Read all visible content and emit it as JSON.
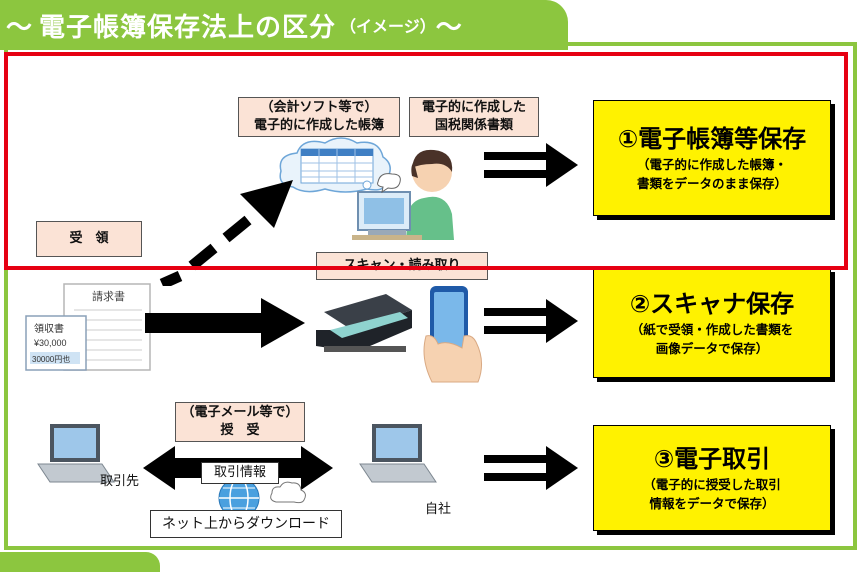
{
  "title": {
    "prefix": "～",
    "main": "電子帳簿保存法上の区分",
    "note": "（イメージ）",
    "suffix": "～"
  },
  "labels": {
    "accounting_software": [
      "（会計ソフト等で）",
      "電子的に作成した帳簿"
    ],
    "tax_documents": [
      "電子的に作成した",
      "国税関係書類"
    ],
    "received": "受　領",
    "scan": "スキャン・読み取り",
    "email": [
      "（電子メール等で）",
      "授　受"
    ],
    "transaction_info": "取引情報",
    "download": "ネット上からダウンロード",
    "partner": "取引先",
    "own_company": "自社"
  },
  "categories": [
    {
      "title": "①電子帳簿等保存",
      "desc": [
        "（電子的に作成した帳簿・",
        "書類をデータのまま保存）"
      ]
    },
    {
      "title": "②スキャナ保存",
      "desc": [
        "（紙で受領・作成した書類を",
        "画像データで保存）"
      ]
    },
    {
      "title": "③電子取引",
      "desc": [
        "（電子的に授受した取引",
        "情報をデータで保存）"
      ]
    }
  ],
  "document_labels": {
    "invoice": "請求書",
    "receipt": "領収書",
    "amount": "¥30,000",
    "amount_ja": "30000円也"
  },
  "colors": {
    "frame_green": "#8cc63f",
    "highlight_red": "#e60012",
    "category_yellow": "#fff200",
    "label_pink": "#fbe3d6"
  }
}
